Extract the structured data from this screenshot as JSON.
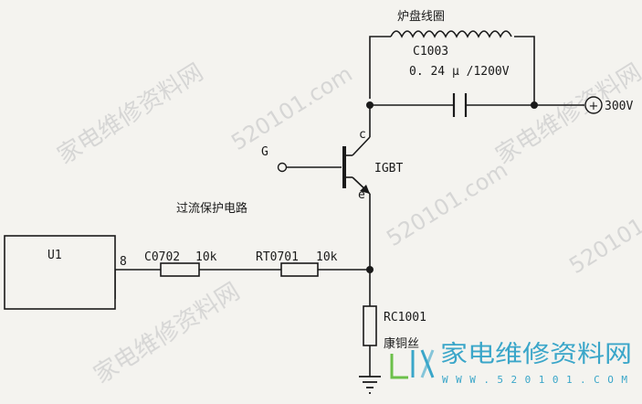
{
  "labels": {
    "coil": "炉盘线圈",
    "capacitor_ref": "C1003",
    "capacitor_value": "0. 24 μ /1200V",
    "supply": "300V",
    "supply_symbol": "+",
    "collector": "c",
    "gate": "G",
    "igbt": "IGBT",
    "emitter": "e",
    "protection": "过流保护电路",
    "u1": "U1",
    "pin": "8",
    "c0702": "C0702",
    "c0702_value": "10k",
    "rt0701": "RT0701",
    "rt0701_value": "10k",
    "rc1001": "RC1001",
    "rc1001_desc": "康铜丝"
  },
  "watermark": {
    "text": "家电维修资料网",
    "url": "520101.com"
  },
  "logo": {
    "text": "家电维修资料网",
    "url": "WWW.520101.COM"
  },
  "colors": {
    "line": "#1a1a1a",
    "watermark": "#cfcfcf",
    "logo": "#3aa6c9"
  }
}
